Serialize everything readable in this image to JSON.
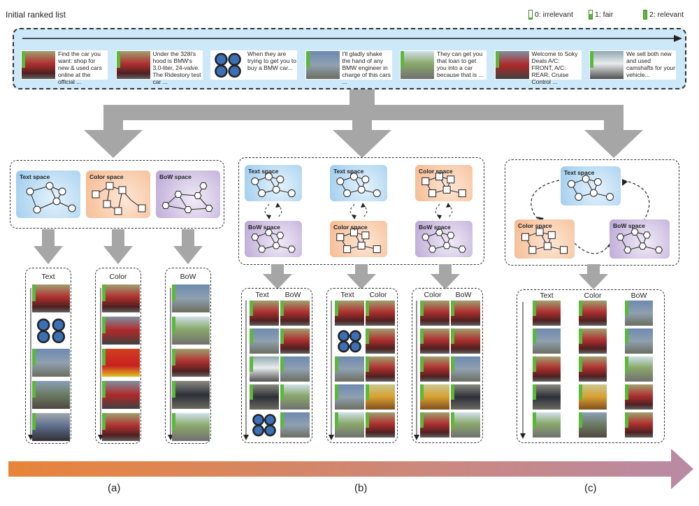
{
  "title": "Initial ranked list",
  "legend": [
    {
      "label": "0: irrelevant",
      "level": 0.0
    },
    {
      "label": "1: fair",
      "level": 0.5
    },
    {
      "label": "2: relevant",
      "level": 1.0
    }
  ],
  "ranked_list": [
    {
      "text": "Find the car you want: shop for new & used cars online at the official ...",
      "image": "red-car"
    },
    {
      "text": "Under the 328i's hood is BMW's 3.0-liter, 24-valve. The Ridestory test car ...",
      "image": "red-car"
    },
    {
      "text": "When they are trying to get you to buy a BMW car...",
      "image": "bmw-logos"
    },
    {
      "text": "I'll gladly shake the hand of any BMW engineer in charge of this cars ...",
      "image": "silver-car"
    },
    {
      "text": "They can get you that loan to get you into a car because that is ...",
      "image": "road"
    },
    {
      "text": "Welcome to Soky Deals A/C: FRONT, A/C: REAR, Cruise Control ...",
      "image": "red-bus"
    },
    {
      "text": "We sell both new and used camshafts for your vehicle...",
      "image": "white-car"
    }
  ],
  "spaces": {
    "text": "Text space",
    "color": "Color space",
    "bow": "BoW space"
  },
  "panel_a": {
    "columns": [
      {
        "label": "Text",
        "images": [
          "red-car",
          "bmw-logos",
          "silver-car",
          "field",
          "motorbike"
        ]
      },
      {
        "label": "Color",
        "images": [
          "red-car",
          "red-bus",
          "ferrari-flag",
          "red-bus",
          "red-car"
        ]
      },
      {
        "label": "BoW",
        "images": [
          "silver-car",
          "road",
          "red-car",
          "dark-car",
          "road"
        ]
      }
    ]
  },
  "panel_b": {
    "groups": [
      {
        "labels": [
          "Text",
          "BoW"
        ],
        "images": [
          [
            "red-car",
            "red-car"
          ],
          [
            "silver-car",
            "red-car"
          ],
          [
            "white-car",
            "silver-car"
          ],
          [
            "dark-car",
            "road"
          ],
          [
            "bmw-logos",
            "silver-car"
          ]
        ]
      },
      {
        "labels": [
          "Text",
          "Color"
        ],
        "images": [
          [
            "red-car",
            "red-car"
          ],
          [
            "bmw-logos",
            "red-car"
          ],
          [
            "silver-car",
            "red-car"
          ],
          [
            "silver-car",
            "yellow-car"
          ],
          [
            "road",
            "red-car"
          ]
        ]
      },
      {
        "labels": [
          "Color",
          "BoW"
        ],
        "images": [
          [
            "red-car",
            "red-car"
          ],
          [
            "red-car",
            "red-car"
          ],
          [
            "red-car",
            "silver-car"
          ],
          [
            "yellow-car",
            "dark-car"
          ],
          [
            "red-car",
            "road"
          ]
        ]
      }
    ]
  },
  "panel_c": {
    "labels": [
      "Text",
      "Color",
      "BoW"
    ],
    "images": [
      [
        "red-car",
        "red-car",
        "silver-car"
      ],
      [
        "silver-car",
        "red-car",
        "silver-car"
      ],
      [
        "red-car",
        "red-car",
        "road"
      ],
      [
        "dark-car",
        "yellow-car",
        "red-car"
      ],
      [
        "road",
        "field",
        "red-car"
      ]
    ]
  },
  "panel_labels": [
    "(a)",
    "(b)",
    "(c)"
  ],
  "colors": {
    "list_bg": "#cde8f8",
    "relevant_bar": "#5bb83a",
    "arrow_gray": "#a6a6a6",
    "gradient_start": "#e8843a",
    "gradient_end": "#b98aa6"
  }
}
